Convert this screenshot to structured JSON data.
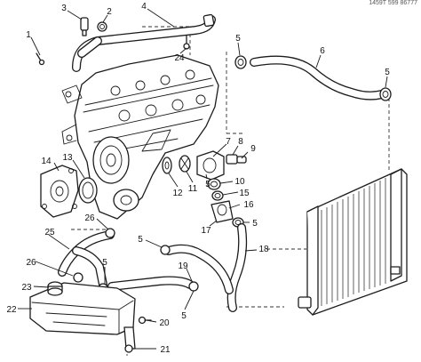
{
  "diagram": {
    "reference_code": "1459T 599 86777",
    "callouts": [
      "1",
      "2",
      "3",
      "4",
      "5",
      "6",
      "7",
      "8",
      "9",
      "10",
      "11",
      "12",
      "13",
      "14",
      "15",
      "16",
      "17",
      "18",
      "19",
      "20",
      "21",
      "22",
      "23",
      "24",
      "25",
      "26"
    ]
  }
}
